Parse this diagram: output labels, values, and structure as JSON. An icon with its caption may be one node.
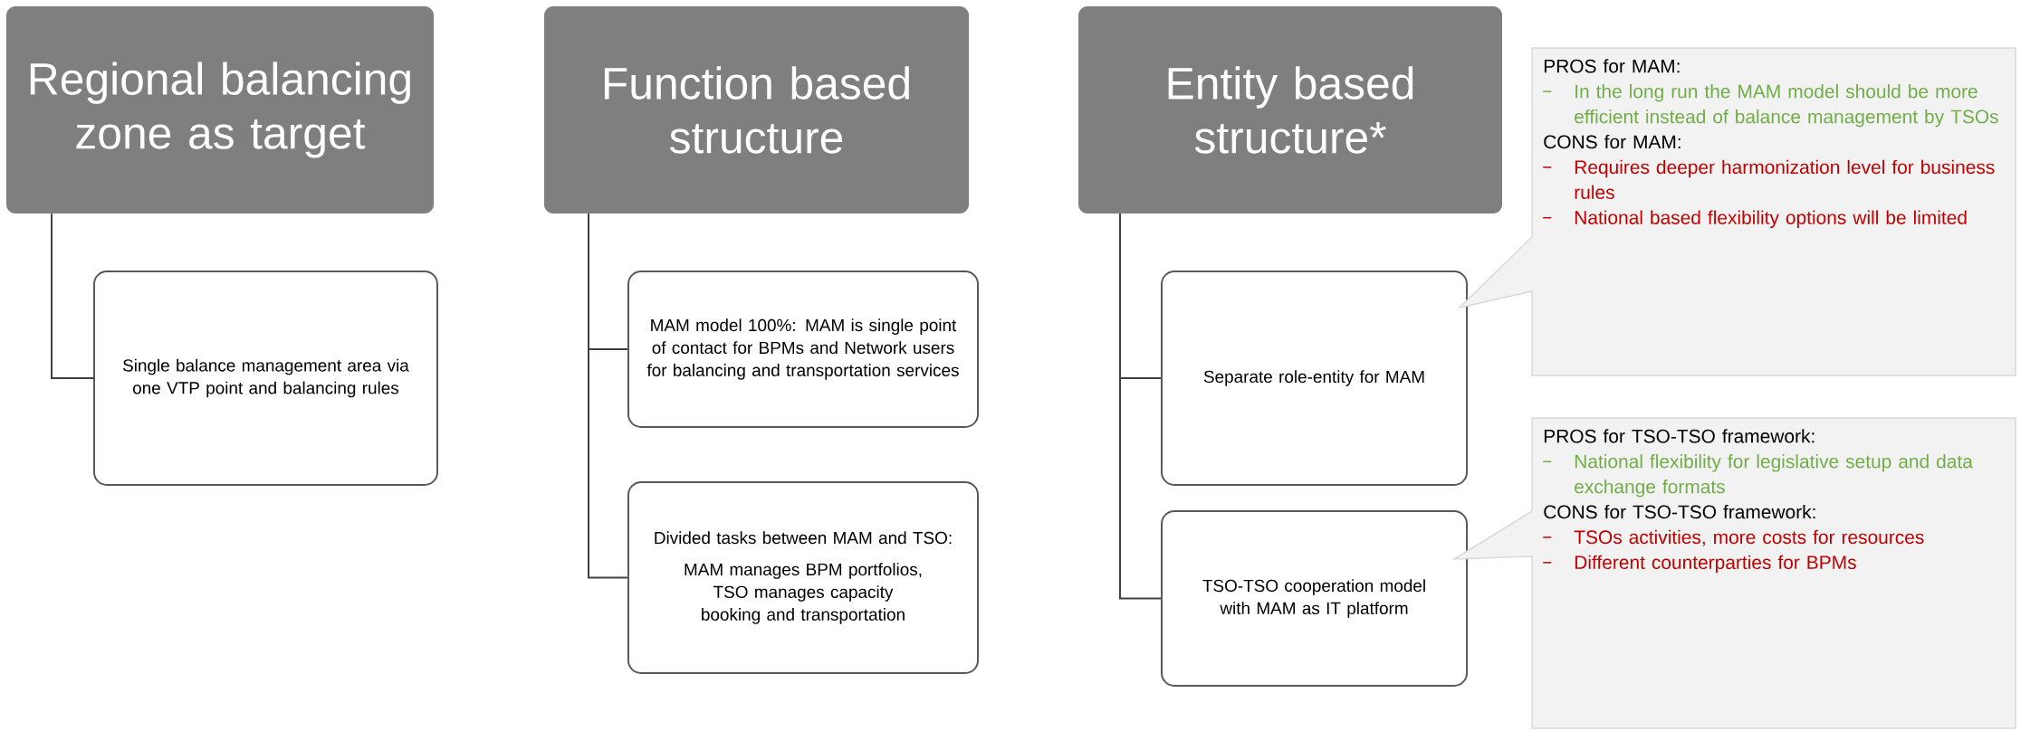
{
  "diagram": {
    "nodes": [
      {
        "text": [
          "Regional balancing zone as target"
        ]
      },
      {
        "text": [
          "Single balance management area via one VTP point and balancing rules"
        ]
      },
      {
        "text": [
          "Function based structure"
        ]
      },
      {
        "text": [
          "MAM model 100%: MAM is single point of contact for BPMs and Network users for balancing and transportation services"
        ]
      },
      {
        "text": [
          "Divided tasks between MAM and TSO:",
          "MAM manages BPM portfolios, TSO manages capacity booking and transportation"
        ]
      },
      {
        "text": [
          "Entity based structure*"
        ]
      },
      {
        "text": [
          "Separate role-entity for MAM"
        ]
      },
      {
        "text": [
          "PROS for MAM:",
          "In the long run the MAM model should be more efficient instead of balance management by TSOs",
          "CONS for MAM:",
          "Requires deeper harmonization level for business rules",
          "National based flexibility options will be limited"
        ]
      },
      {
        "text": [
          "TSO-TSO cooperation model with MAM as IT platform"
        ]
      },
      {
        "text": [
          "PROS for TSO-TSO framework:",
          "National flexibility for legislative setup and data exchange formats",
          "CONS for TSO-TSO framework:",
          "TSOs activities, more costs for resources",
          "Different counterparties for BPMs"
        ]
      }
    ],
    "edges": [
      {
        "from": 0,
        "to": 1,
        "arrow": "none"
      },
      {
        "from": 2,
        "to": 3,
        "arrow": "none"
      },
      {
        "from": 2,
        "to": 4,
        "arrow": "none"
      },
      {
        "from": 5,
        "to": 6,
        "arrow": "none"
      },
      {
        "from": 5,
        "to": 8,
        "arrow": "none"
      }
    ]
  }
}
